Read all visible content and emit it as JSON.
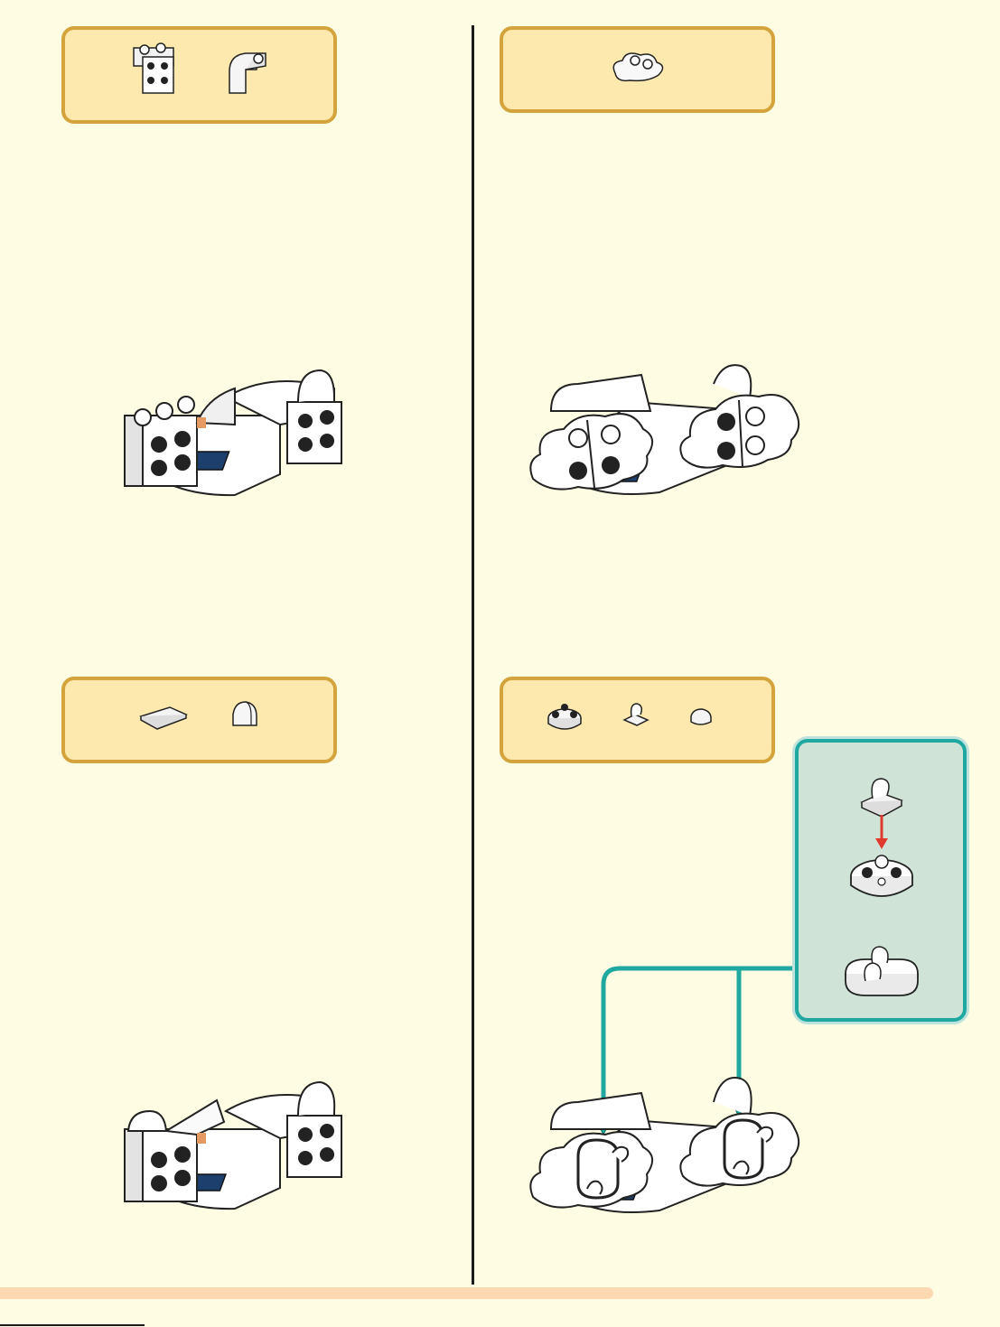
{
  "page": {
    "background": "#fefde3",
    "parts_box_fill": "#fde9ad",
    "parts_box_border": "#d4a33c",
    "callout_fill": "#cfe4d7",
    "callout_border": "#1fa89f",
    "arrow_color": "#1fa89f",
    "sub_arrow_color": "#e03a2f",
    "bottom_bar_color": "#fcd8b1"
  },
  "steps": [
    {
      "id": "top-left",
      "parts": [
        "bracket-plate-icon",
        "curved-slope-icon"
      ],
      "model": "hull-with-bracket"
    },
    {
      "id": "top-right",
      "parts": [
        "cloud-plate-icon"
      ],
      "model": "hull-with-clouds"
    },
    {
      "id": "bottom-left",
      "parts": [
        "flat-tile-icon",
        "round-slope-icon"
      ],
      "model": "hull-with-tiles"
    },
    {
      "id": "bottom-right",
      "parts": [
        "round-plate-icon",
        "clip-plate-icon",
        "small-tile-icon"
      ],
      "model": "hull-with-clips",
      "callout": {
        "substeps": [
          "clip-plate-icon",
          "round-plate-icon",
          "clip-assembly-icon"
        ]
      }
    }
  ]
}
